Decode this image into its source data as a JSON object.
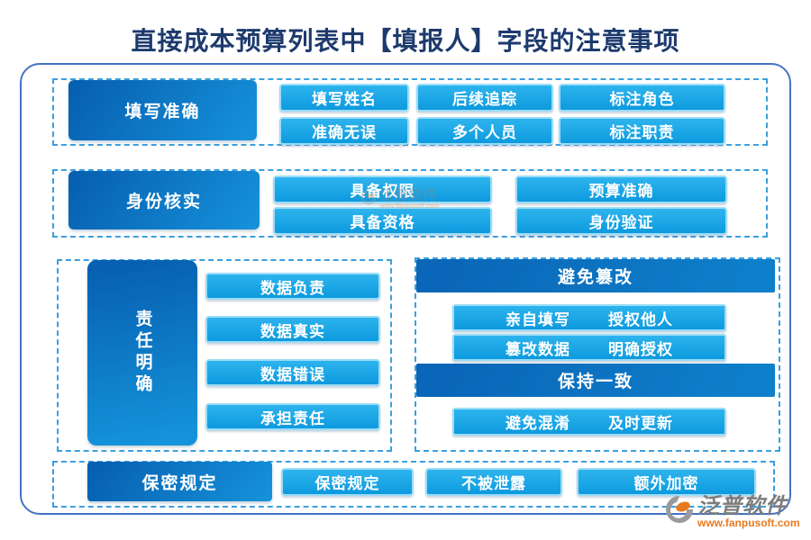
{
  "title": "直接成本预算列表中【填报人】字段的注意事项",
  "colors": {
    "title": "#1d3a6d",
    "outer_border": "#4472c4",
    "dashed_border": "#3b9fe0",
    "block_gradient_start": "#0760b1",
    "block_gradient_end": "#1590d9",
    "tag_gradient_start": "#2db4ee",
    "tag_gradient_end": "#0d9ade",
    "tag_border": "#9bdcf7",
    "brand_grey": "#7d7d7d",
    "brand_orange": "#e87a1e"
  },
  "row1": {
    "label": "填写准确",
    "buttons": [
      [
        "填写姓名",
        "后续追踪",
        "标注角色"
      ],
      [
        "准确无误",
        "多个人员",
        "标注职责"
      ]
    ]
  },
  "row2": {
    "label": "身份核实",
    "buttons": [
      [
        "具备权限",
        "预算准确"
      ],
      [
        "具备资格",
        "身份验证"
      ]
    ]
  },
  "row3_left": {
    "label": "责任明确",
    "buttons": [
      "数据负责",
      "数据真实",
      "数据错误",
      "承担责任"
    ]
  },
  "row3_right": {
    "sections": [
      {
        "header": "避免篡改",
        "bars": [
          [
            "亲自填写",
            "授权他人"
          ],
          [
            "篡改数据",
            "明确授权"
          ]
        ]
      },
      {
        "header": "保持一致",
        "bars": [
          [
            "避免混淆",
            "及时更新"
          ]
        ]
      }
    ]
  },
  "row4": {
    "label": "保密规定",
    "buttons": [
      "保密规定",
      "不被泄露",
      "额外加密"
    ]
  },
  "watermark": {
    "brand": "泛普软件",
    "url": "www.fanpusoft.com"
  },
  "footer": {
    "brand": "泛普软件",
    "url": "www.fanpusoft.com"
  }
}
